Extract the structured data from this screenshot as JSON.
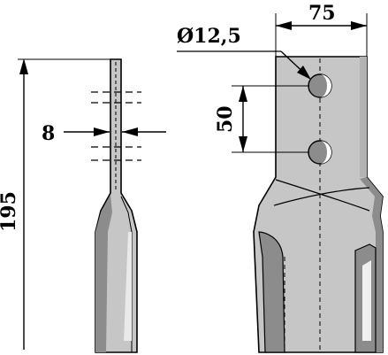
{
  "drawing": {
    "overall_height": "195",
    "blade_thickness": "8",
    "blade_width": "75",
    "hole_diameter": "Ø12,5",
    "hole_spacing": "50"
  },
  "colors": {
    "blade_fill": "#c6c6c6",
    "blade_dark": "#8c8c8c",
    "highlight": "#efefef",
    "line": "#000000"
  }
}
